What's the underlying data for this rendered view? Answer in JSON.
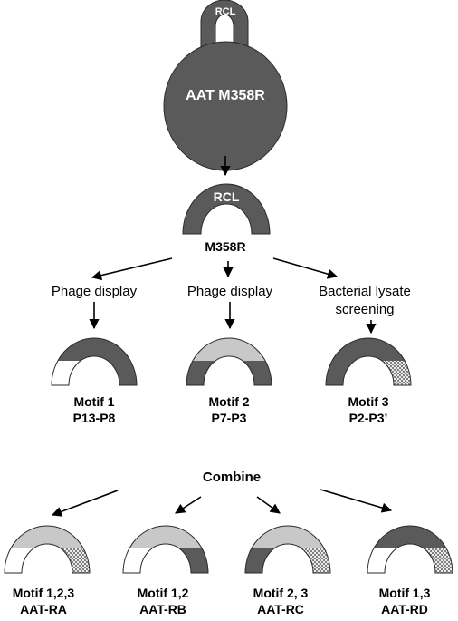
{
  "colors": {
    "dark": "#5a5a5a",
    "light": "#c8c8c8",
    "white": "#ffffff",
    "stroke": "#2a2a2a"
  },
  "top": {
    "loop_label": "RCL",
    "protein_label": "AAT M358R"
  },
  "rcl": {
    "label": "RCL",
    "caption": "M358R"
  },
  "methods": [
    {
      "lines": [
        "Phage display"
      ]
    },
    {
      "lines": [
        "Phage display"
      ]
    },
    {
      "lines": [
        "Bacterial lysate",
        "screening"
      ]
    }
  ],
  "motifs": [
    {
      "line1": "Motif 1",
      "line2": "P13-P8",
      "segments": [
        "white",
        "dark",
        "dark"
      ]
    },
    {
      "line1": "Motif 2",
      "line2": "P7-P3",
      "segments": [
        "dark",
        "light",
        "dark"
      ]
    },
    {
      "line1": "Motif 3",
      "line2": "P2-P3’",
      "segments": [
        "dark",
        "dark",
        "hatch"
      ]
    }
  ],
  "combine_label": "Combine",
  "variants": [
    {
      "line1": "Motif 1,2,3",
      "line2": "AAT-RA",
      "segments": [
        "white",
        "light",
        "hatch"
      ]
    },
    {
      "line1": "Motif 1,2",
      "line2": "AAT-RB",
      "segments": [
        "white",
        "light",
        "dark"
      ]
    },
    {
      "line1": "Motif 2, 3",
      "line2": "AAT-RC",
      "segments": [
        "dark",
        "light",
        "hatch"
      ]
    },
    {
      "line1": "Motif 1,3",
      "line2": "AAT-RD",
      "segments": [
        "white",
        "dark",
        "hatch"
      ]
    }
  ],
  "icons": {
    "arrow": "down-arrow-icon",
    "hatch": "crosshatch-pattern"
  }
}
